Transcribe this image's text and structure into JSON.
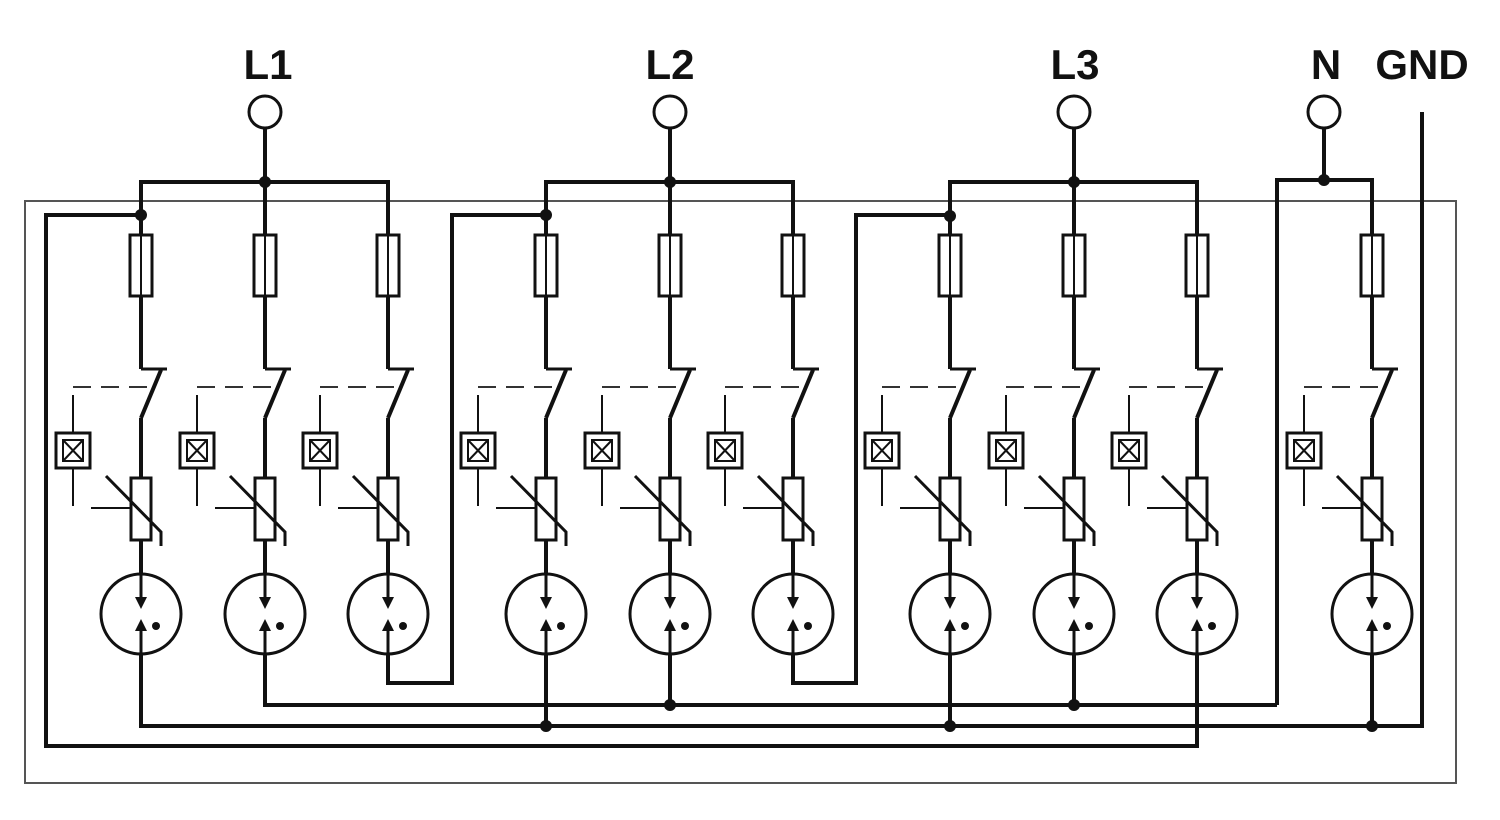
{
  "labels": {
    "l1": "L1",
    "l2": "L2",
    "l3": "L3",
    "n": "N",
    "gnd": "GND"
  },
  "colors": {
    "line": "#111111",
    "dashed": "#333333",
    "housing": "#555555",
    "background": "#ffffff"
  },
  "icons": {
    "terminal": "terminal-circle-icon",
    "fuse": "fuse-icon",
    "switch": "switch-contact-icon",
    "status_indicator": "status-indicator-icon",
    "varistor": "varistor-icon",
    "spark_gap": "spark-gap-icon"
  }
}
